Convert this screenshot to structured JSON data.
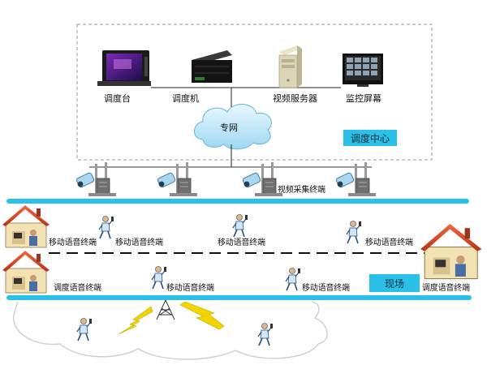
{
  "center": {
    "devices": [
      "调度台",
      "调度机",
      "视频服务器",
      "监控屏幕"
    ],
    "network_label": "专网",
    "region_label": "调度中心"
  },
  "video_terminal_label": "视频采集终端",
  "field": {
    "region_label": "现场",
    "mobile_terminal_label": "移动语音终端",
    "dispatch_terminal_label": "调度语音终端"
  },
  "colors": {
    "bus": "#29c1e8",
    "lightning": "#f2d400",
    "dashed_border": "#9a9a9a"
  }
}
